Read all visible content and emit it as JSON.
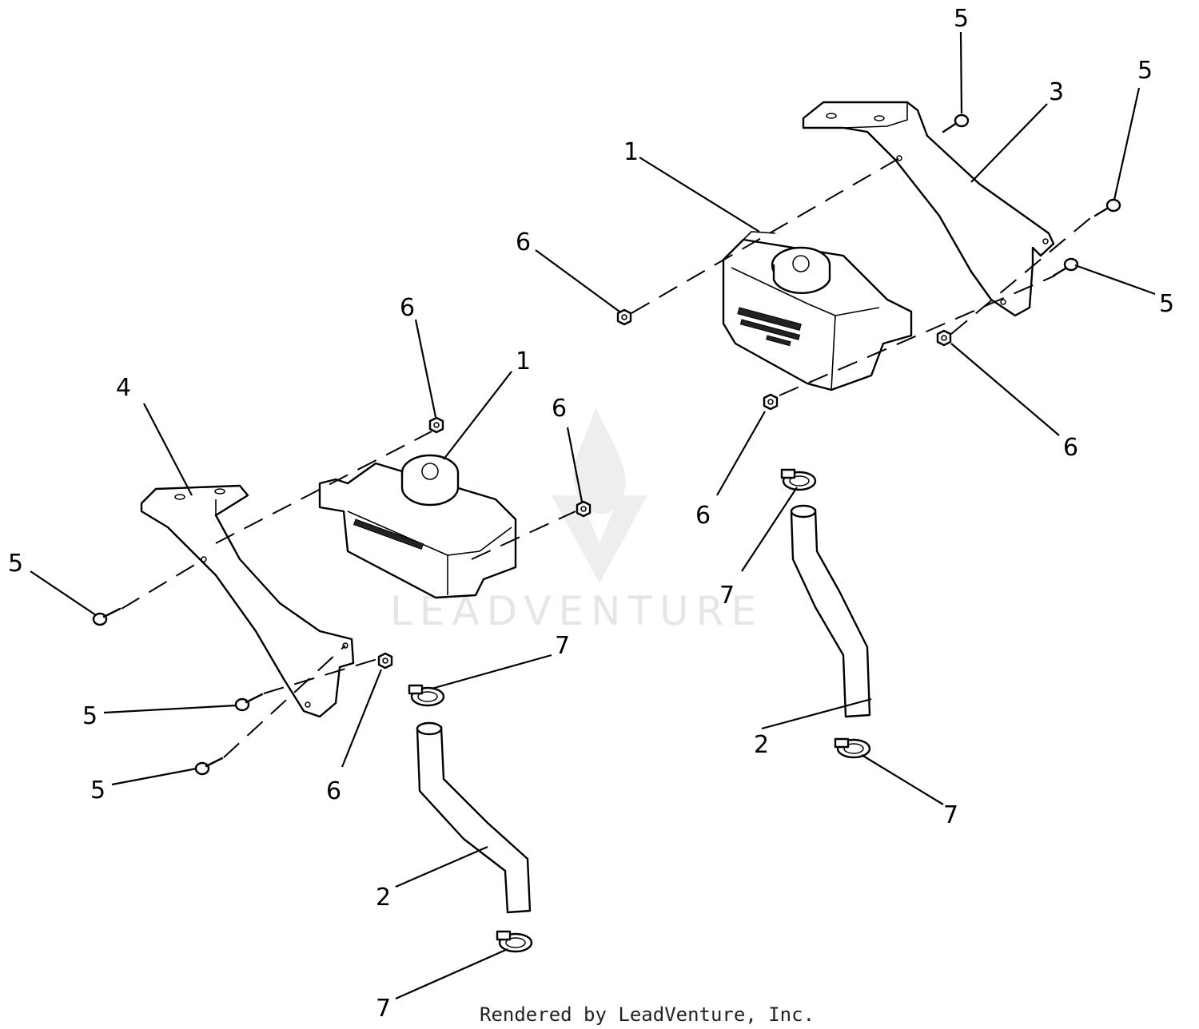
{
  "watermark": {
    "text": "LEADVENTURE"
  },
  "footer": {
    "credit": "Rendered by LeadVenture, Inc."
  },
  "callouts": {
    "c_r_tank": "1",
    "c_l_tank": "1",
    "c_r_hose": "2",
    "c_l_hose": "2",
    "c_r_bracket": "3",
    "c_l_bracket": "4",
    "c_r_bolt_top": "5",
    "c_r_bolt_upper": "5",
    "c_r_bolt_lower": "5",
    "c_l_bolt_upper": "5",
    "c_l_bolt_mid": "5",
    "c_l_bolt_lower": "5",
    "c_r_nut_left": "6",
    "c_r_nut_right": "6",
    "c_r_nut_bottom": "6",
    "c_l_nut_top": "6",
    "c_l_nut_right": "6",
    "c_l_nut_bottom": "6",
    "c_r_clamp_top": "7",
    "c_r_clamp_bottom": "7",
    "c_l_clamp_top": "7",
    "c_l_clamp_bottom": "7"
  }
}
